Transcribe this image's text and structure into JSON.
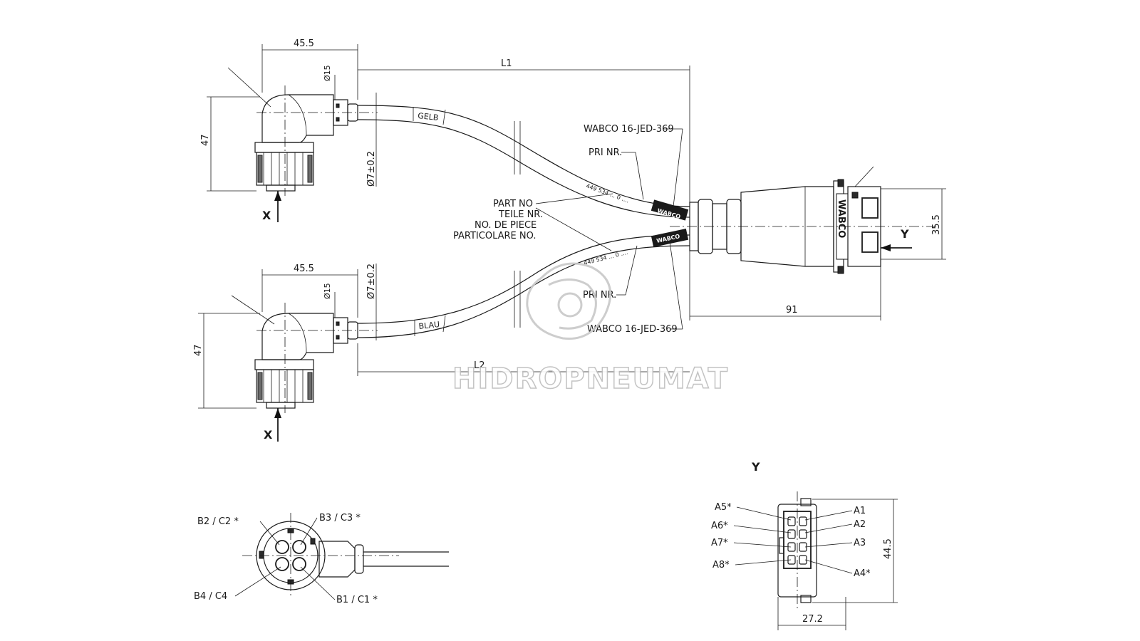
{
  "dimensions": {
    "top_width": "45.5",
    "top_dia": "Ø15",
    "l1": "L1",
    "top_height": "47",
    "top_cable_dia": "Ø7±0.2",
    "bottom_width": "45.5",
    "bottom_dia": "Ø15",
    "bottom_cable_dia": "Ø7±0.2",
    "l2": "L2",
    "bottom_height": "47",
    "plug_height": "35.5",
    "plug_length": "91",
    "y_height": "44.5",
    "y_width": "27.2"
  },
  "cable_labels": {
    "gelb": "GELB",
    "blau": "BLAU",
    "wabco_top": "WABCO 16-JED-369",
    "pri_top": "PRI NR.",
    "wabco_bottom": "WABCO 16-JED-369",
    "pri_bottom": "PRI NR.",
    "part_no": [
      "PART NO",
      "TEILE NR.",
      "NO. DE PIECE",
      "PARTICOLARE NO."
    ],
    "print_top": "449 534 ... 0 ....",
    "print_bottom": "449 534 ... 0 ....",
    "brand_top": "WABCO",
    "brand_bottom": "WABCO",
    "plug_brand": "WABCO"
  },
  "view_markers": {
    "x_top": "X",
    "x_bottom": "X",
    "y_arrow": "Y",
    "y_view_title": "Y"
  },
  "pin_labels_x": {
    "b2c2": "B2 / C2 *",
    "b3c3": "B3 / C3 *",
    "b4c4": "B4 / C4",
    "b1c1": "B1 / C1 *"
  },
  "pin_labels_y": {
    "a5": "A5*",
    "a6": "A6*",
    "a7": "A7*",
    "a8": "A8*",
    "a1": "A1",
    "a2": "A2",
    "a3": "A3",
    "a4": "A4*"
  },
  "watermark": "HIDROPNEUMAT"
}
